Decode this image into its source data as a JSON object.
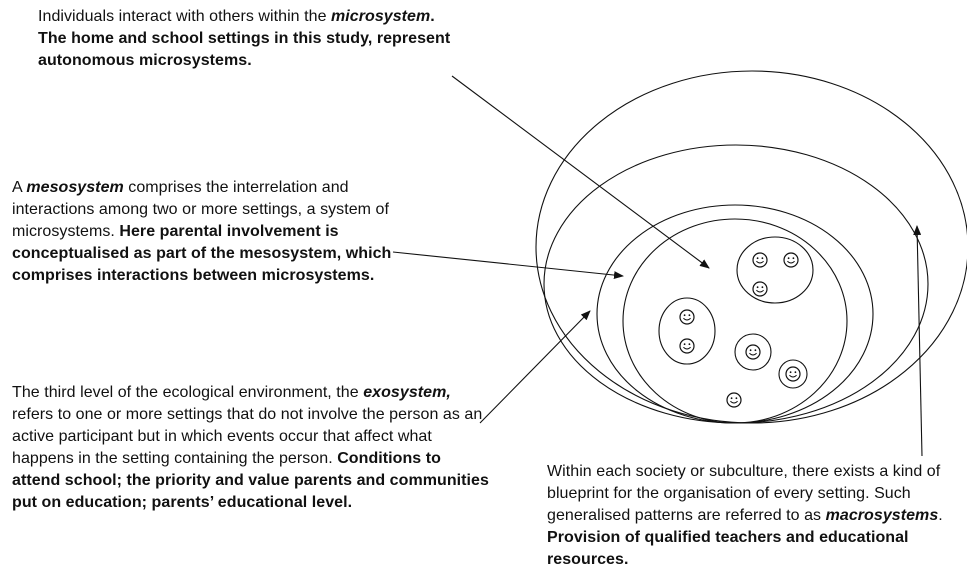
{
  "labels": {
    "microsystem": {
      "pre": "Individuals interact with others within the ",
      "term": "microsystem",
      "bold": ". The home and school settings in this study, represent autonomous microsystems."
    },
    "mesosystem": {
      "pre": "A ",
      "term": "mesosystem",
      "normal": " comprises the interrelation and interactions among two or more settings, a system of microsystems. ",
      "bold": "Here parental involvement is conceptualised as part of the mesosystem, which comprises interactions between microsystems."
    },
    "exosystem": {
      "pre": "The third level of the ecological environment, the ",
      "term": "exosystem,",
      "normal": " refers to one or more settings that do not involve the person as an active participant but in which events occur that affect what happens in the setting containing the person. ",
      "bold": "Conditions to attend school; the priority and value parents and communities put on education; parents’ educational level."
    },
    "macrosystem": {
      "pre": "Within each society or subculture, there exists a kind of blueprint for the organisation of every setting. Such generalised patterns are referred to as ",
      "term": "macrosystems",
      "normal": ". ",
      "bold": "Provision of qualified teachers and educational resources."
    }
  },
  "icons": {
    "person": "smiley-face-icon"
  },
  "colors": {
    "line": "#111111",
    "background": "#ffffff"
  }
}
